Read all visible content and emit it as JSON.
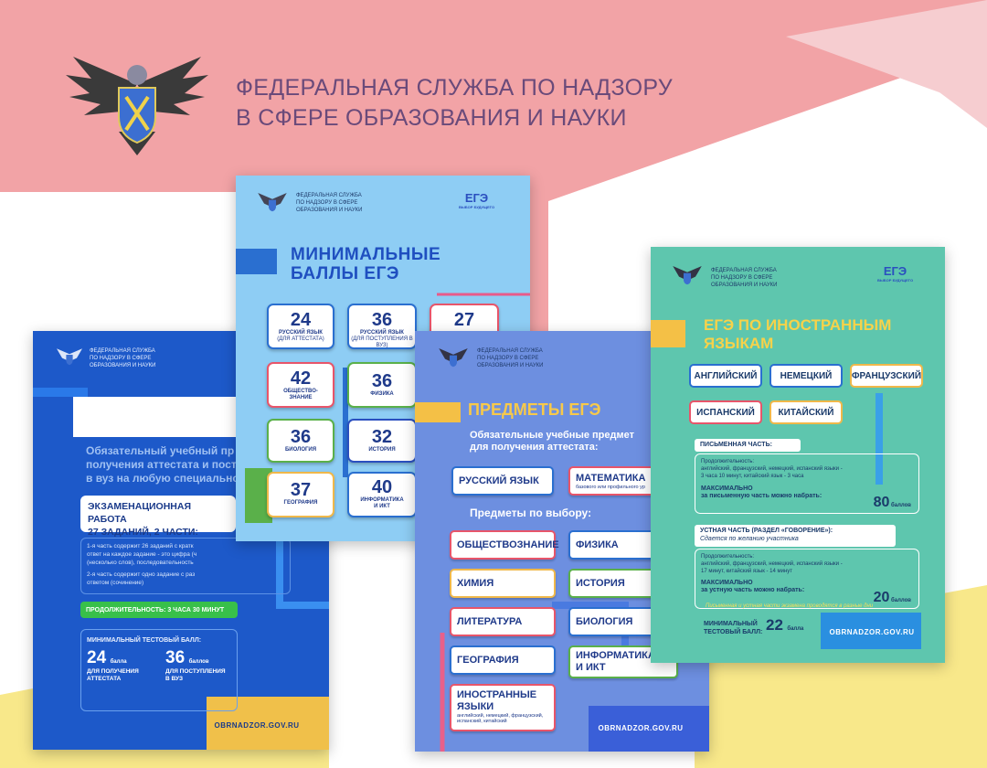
{
  "header": {
    "line1": "ФЕДЕРАЛЬНАЯ СЛУЖБА ПО НАДЗОРУ",
    "line2": "В СФЕРЕ ОБРАЗОВАНИЯ И НАУКИ"
  },
  "common": {
    "ministry": [
      "ФЕДЕРАЛЬНАЯ СЛУЖБА",
      "ПО НАДЗОРУ В СФЕРЕ",
      "ОБРАЗОВАНИЯ И НАУКИ"
    ],
    "site": "OBRNADZOR.GOV.RU",
    "ege_logo": "ЕГЭ",
    "ege_slogan": "ВЫБОР БУДУЩЕГО"
  },
  "russian": {
    "title": [
      "ЕГЭ ПО РУССКО",
      "ЯЗЫКУ"
    ],
    "intro": [
      "Обязательный учебный пр",
      "получения аттестата и пост",
      "в вуз на любую специально"
    ],
    "exam": [
      "ЭКЗАМЕНАЦИОННАЯ РАБОТА",
      "27 ЗАДАНИЙ, 2 ЧАСТИ:"
    ],
    "part1": [
      "1-я часть содержит 26 заданий с кратк",
      "ответ на каждое задание - это цифра (ч",
      "(несколько слов), последовательность"
    ],
    "part2": [
      "2-я часть содержит одно задание с раз",
      "ответом (сочинение)"
    ],
    "duration": "ПРОДОЛЖИТЕЛЬНОСТЬ: 3 ЧАСА 30 МИНУТ",
    "min_label": "МИНИМАЛЬНЫЙ ТЕСТОВЫЙ БАЛЛ:",
    "score1": "24",
    "score1_unit": "балла",
    "score1_desc": [
      "ДЛЯ ПОЛУЧЕНИЯ",
      "АТТЕСТАТА"
    ],
    "score2": "36",
    "score2_unit": "баллов",
    "score2_desc": [
      "ДЛЯ ПОСТУПЛЕНИЯ",
      "В ВУЗ"
    ]
  },
  "minimal": {
    "title": [
      "МИНИМАЛЬНЫЕ",
      "БАЛЛЫ ЕГЭ"
    ],
    "scores": [
      {
        "num": "24",
        "sub": "РУССКИЙ ЯЗЫК",
        "sub2": "(для аттестата)"
      },
      {
        "num": "36",
        "sub": "РУССКИЙ ЯЗЫК",
        "sub2": "(для поступления в вуз)"
      },
      {
        "num": "27",
        "sub": "",
        "sub2": ""
      },
      {
        "num": "42",
        "sub": "ОБЩЕСТВО-",
        "sub2": "ЗНАНИЕ"
      },
      {
        "num": "36",
        "sub": "ФИЗИКА",
        "sub2": ""
      },
      {
        "num": "36",
        "sub": "БИОЛОГИЯ",
        "sub2": ""
      },
      {
        "num": "32",
        "sub": "ИСТОРИЯ",
        "sub2": ""
      },
      {
        "num": "37",
        "sub": "ГЕОГРАФИЯ",
        "sub2": ""
      },
      {
        "num": "40",
        "sub": "ИНФОРМАТИКА",
        "sub2": "И ИКТ"
      }
    ]
  },
  "subjects": {
    "title": "ПРЕДМЕТЫ ЕГЭ",
    "required": [
      "Обязательные учебные предмет",
      "для получения аттестата:"
    ],
    "russian": "РУССКИЙ ЯЗЫК",
    "math": "МАТЕМАТИКА",
    "math_note": "базового или профильного ур",
    "optional": "Предметы по выбору:",
    "items": [
      "ОБЩЕСТВОЗНАНИЕ",
      "ФИЗИКА",
      "ХИМИЯ",
      "ИСТОРИЯ",
      "ЛИТЕРАТУРА",
      "БИОЛОГИЯ",
      "ГЕОГРАФИЯ",
      "ИНФОРМАТИКА",
      "И ИКТ"
    ],
    "foreign": [
      "ИНОСТРАННЫЕ",
      "ЯЗЫКИ"
    ],
    "foreign_note": "английский, немецкий, французский, испанский, китайский"
  },
  "foreign": {
    "title": [
      "ЕГЭ ПО ИНОСТРАННЫМ",
      "ЯЗЫКАМ"
    ],
    "langs": [
      "АНГЛИЙСКИЙ",
      "НЕМЕЦКИЙ",
      "ФРАНЦУЗСКИЙ",
      "ИСПАНСКИЙ",
      "КИТАЙСКИЙ"
    ],
    "written": "ПИСЬМЕННАЯ ЧАСТЬ:",
    "written_dur": [
      "Продолжительность:",
      "английский, французский, немецкий, испанский языки -",
      "3 часа 10 минут, китайский язык - 3 часа"
    ],
    "written_max": [
      "МАКСИМАЛЬНО",
      "за письменную часть можно набрать:"
    ],
    "written_score": "80",
    "oral": "УСТНАЯ ЧАСТЬ (РАЗДЕЛ «ГОВОРЕНИЕ»):",
    "oral_note": "Сдается по желанию участника",
    "oral_dur": [
      "Продолжительность:",
      "английский, французский, немецкий, испанский языки -",
      "17 минут, китайский язык - 14 минут"
    ],
    "oral_max": [
      "МАКСИМАЛЬНО",
      "за устную часть можно набрать:"
    ],
    "oral_score": "20",
    "points": "баллов",
    "note": "Письменная и устная части экзамена проводятся в разные дни",
    "min": [
      "МИНИМАЛЬНЫЙ",
      "ТЕСТОВЫЙ БАЛЛ:"
    ],
    "min_score": "22",
    "min_unit": "балла"
  }
}
